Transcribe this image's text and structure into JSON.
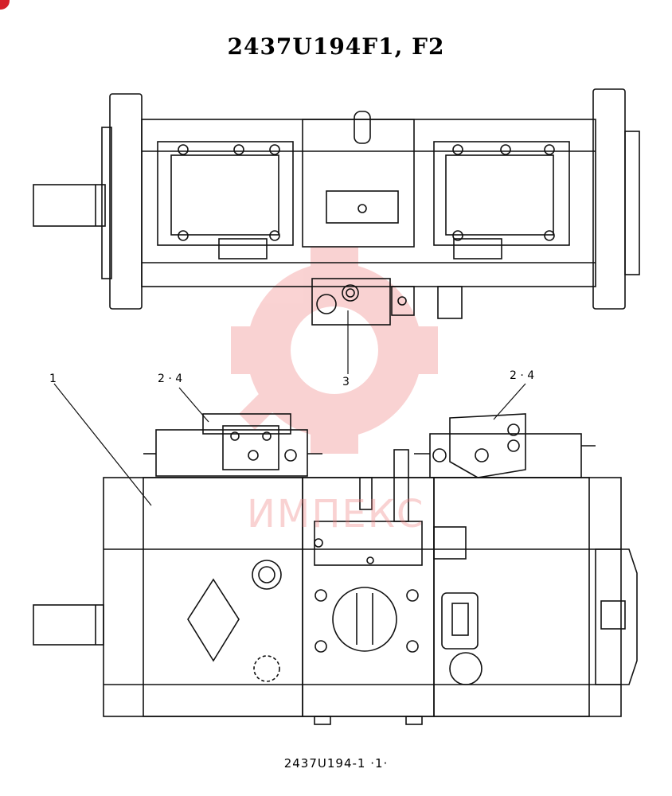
{
  "drawing": {
    "title": "2437U194F1, F2",
    "footer_code": "2437U194-1 ·1·",
    "callouts": [
      {
        "id": "c1",
        "label": "1"
      },
      {
        "id": "c24a",
        "label": "2 · 4"
      },
      {
        "id": "c24b",
        "label": "2 · 4"
      },
      {
        "id": "c3",
        "label": "3"
      }
    ],
    "watermark_text": "ИМПЕКС"
  },
  "colors": {
    "line": "#111111",
    "watermark": "#f08080",
    "corner_mark": "#d5202a"
  }
}
